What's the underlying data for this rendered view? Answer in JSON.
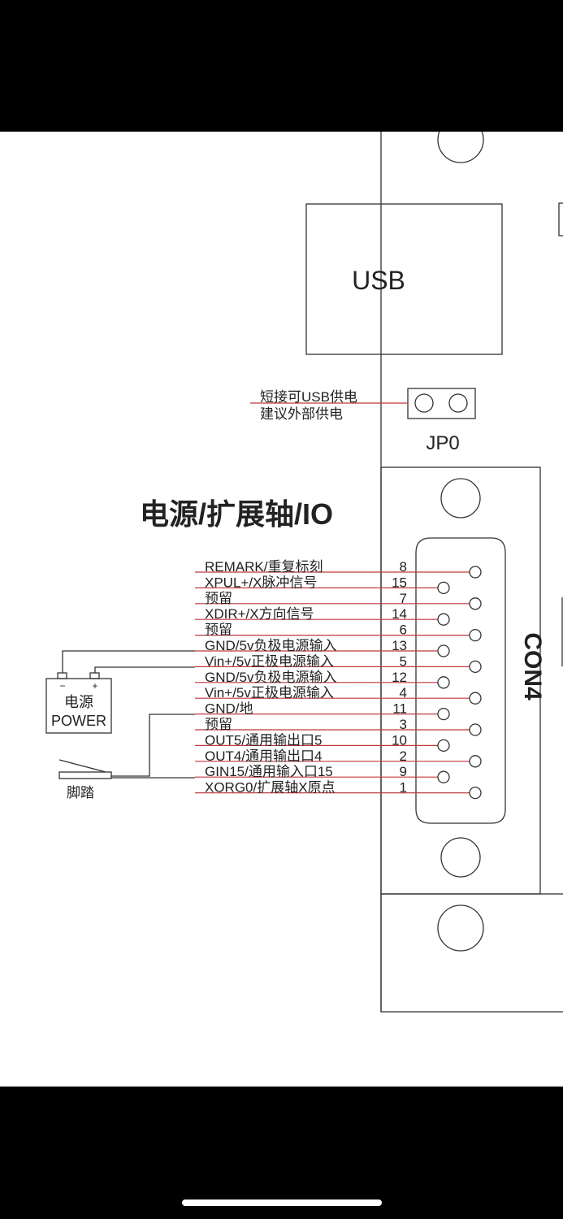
{
  "diagram": {
    "title": "电源/扩展轴/IO",
    "usb_label": "USB",
    "jumper_label": "JP0",
    "jumper_note_line1": "短接可USB供电",
    "jumper_note_line2": "建议外部供电",
    "connector_label": "CON4",
    "power_label_cn": "电源",
    "power_label_en": "POWER",
    "power_minus": "−",
    "power_plus": "+",
    "pedal_label": "脚踏",
    "wire_color": "#c0393b",
    "pins": [
      {
        "label": "REMARK/重复标刻",
        "pin": "8"
      },
      {
        "label": "XPUL+/X脉冲信号",
        "pin": "15"
      },
      {
        "label": "预留",
        "pin": "7"
      },
      {
        "label": "XDIR+/X方向信号",
        "pin": "14"
      },
      {
        "label": "预留",
        "pin": "6"
      },
      {
        "label": "GND/5v负极电源输入",
        "pin": "13"
      },
      {
        "label": "Vin+/5v正极电源输入",
        "pin": "5"
      },
      {
        "label": "GND/5v负极电源输入",
        "pin": "12"
      },
      {
        "label": "Vin+/5v正极电源输入",
        "pin": "4"
      },
      {
        "label": "GND/地",
        "pin": "11"
      },
      {
        "label": "预留",
        "pin": "3"
      },
      {
        "label": "OUT5/通用输出口5",
        "pin": "10"
      },
      {
        "label": "OUT4/通用输出口4",
        "pin": "2"
      },
      {
        "label": "GIN15/通用输入口15",
        "pin": "9"
      },
      {
        "label": "XORG0/扩展轴X原点",
        "pin": "1"
      }
    ]
  }
}
